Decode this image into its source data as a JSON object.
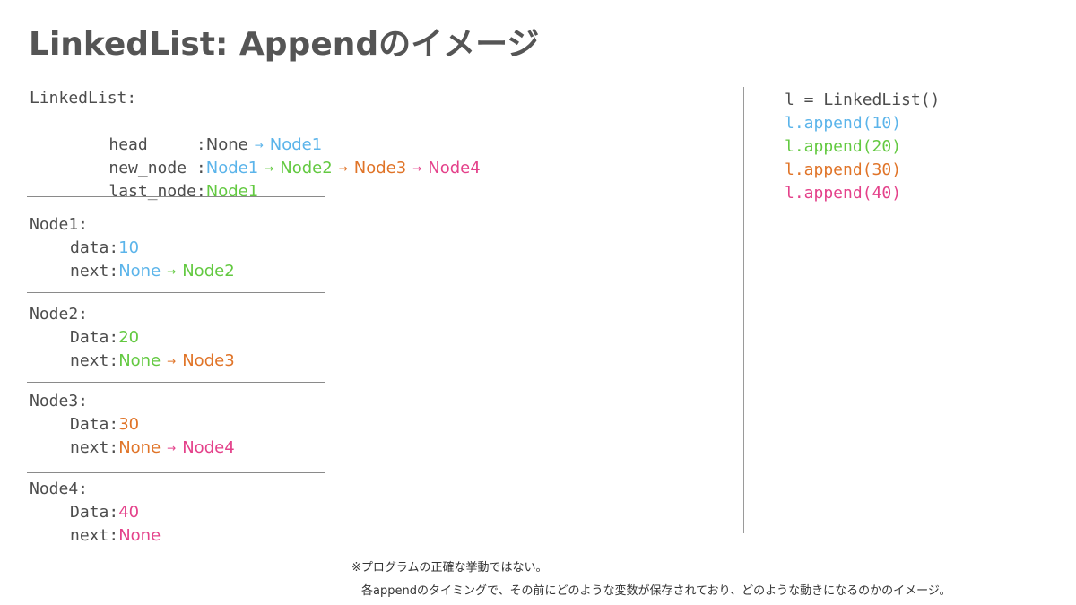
{
  "title": "LinkedList: Appendのイメージ",
  "colors": {
    "text": "#4d4d4d",
    "blue": "#5bb4ea",
    "green": "#63c941",
    "orange": "#e07428",
    "pink": "#e4418a"
  },
  "linkedlist": {
    "header": "LinkedList:",
    "head": {
      "label": "head     :",
      "values": [
        {
          "text": "None",
          "color": "text"
        },
        {
          "text": "Node1",
          "color": "blue"
        }
      ]
    },
    "new_node": {
      "label": "new_node :",
      "values": [
        {
          "text": "Node1",
          "color": "blue"
        },
        {
          "text": "Node2",
          "color": "green"
        },
        {
          "text": "Node3",
          "color": "orange"
        },
        {
          "text": "Node4",
          "color": "pink"
        }
      ]
    },
    "last_node": {
      "label": "last_node:",
      "values": [
        {
          "text": "Node1",
          "color": "green"
        }
      ]
    }
  },
  "nodes": [
    {
      "name": "Node1:",
      "data_label": "data:",
      "data_value": "10",
      "data_color": "blue",
      "next_label": "next:",
      "next_values": [
        {
          "text": "None",
          "color": "blue"
        },
        {
          "text": "Node2",
          "color": "green"
        }
      ]
    },
    {
      "name": "Node2:",
      "data_label": "Data:",
      "data_value": "20",
      "data_color": "green",
      "next_label": "next:",
      "next_values": [
        {
          "text": "None",
          "color": "green"
        },
        {
          "text": "Node3",
          "color": "orange"
        }
      ]
    },
    {
      "name": "Node3:",
      "data_label": "Data:",
      "data_value": "30",
      "data_color": "orange",
      "next_label": "next:",
      "next_values": [
        {
          "text": "None",
          "color": "orange"
        },
        {
          "text": "Node4",
          "color": "pink"
        }
      ]
    },
    {
      "name": "Node4:",
      "data_label": "Data:",
      "data_value": "40",
      "data_color": "pink",
      "next_label": "next:",
      "next_values": [
        {
          "text": "None",
          "color": "pink"
        }
      ]
    }
  ],
  "code": [
    {
      "text": "l = LinkedList()",
      "color": "text"
    },
    {
      "text": "l.append(10)",
      "color": "blue"
    },
    {
      "text": "l.append(20)",
      "color": "green"
    },
    {
      "text": "l.append(30)",
      "color": "orange"
    },
    {
      "text": "l.append(40)",
      "color": "pink"
    }
  ],
  "note": {
    "line1": "※プログラムの正確な挙動ではない。",
    "line2": "各appendのタイミングで、その前にどのような変数が保存されており、どのような動きになるのかのイメージ。"
  },
  "arrow_glyph": "→"
}
